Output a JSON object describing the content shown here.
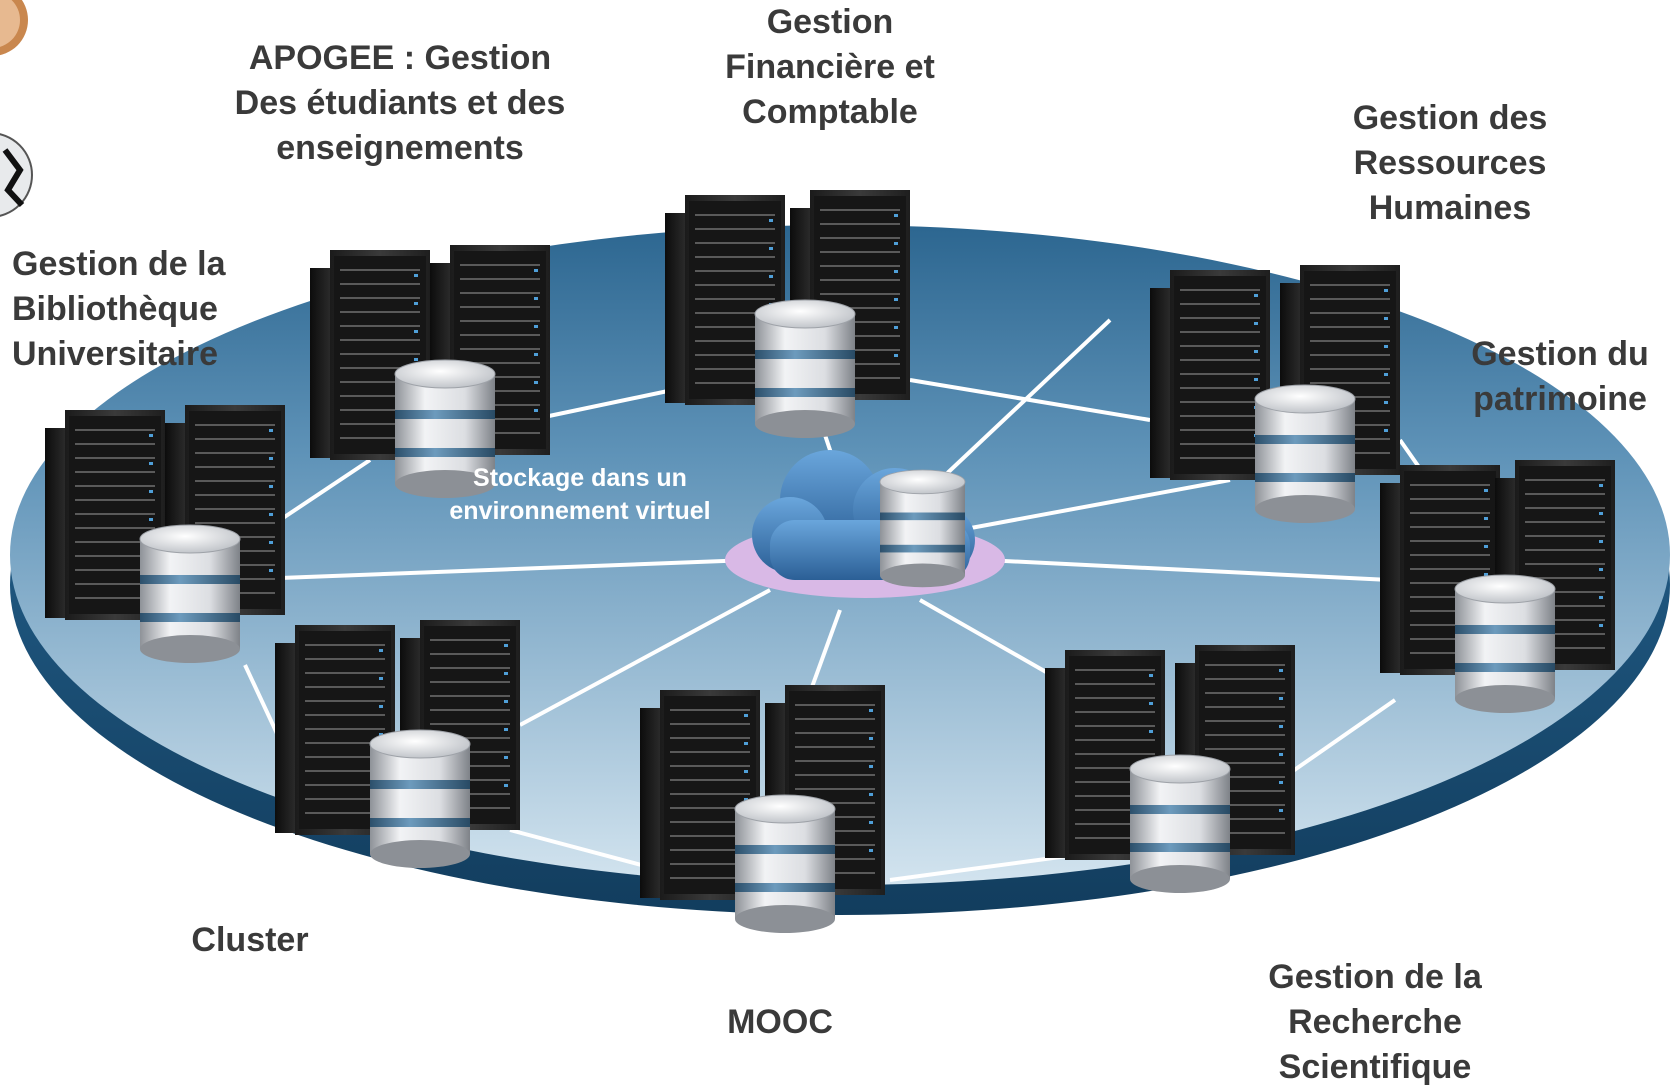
{
  "center": {
    "line1": "Stockage dans un",
    "line2": "environnement virtuel"
  },
  "labels": {
    "apogee": {
      "line1": "APOGEE : Gestion",
      "line2": "Des étudiants et des",
      "line3": "enseignements"
    },
    "finance": {
      "line1": "Gestion",
      "line2": "Financière et",
      "line3": "Comptable"
    },
    "rh": {
      "line1": "Gestion des",
      "line2": "Ressources",
      "line3": "Humaines"
    },
    "bibliotheque": {
      "line1": "Gestion de la",
      "line2": "Bibliothèque",
      "line3": "Universitaire"
    },
    "patrimoine": {
      "line1": "Gestion du",
      "line2": "patrimoine"
    },
    "cluster": {
      "line1": "Cluster"
    },
    "mooc": {
      "line1": "MOOC"
    },
    "recherche": {
      "line1": "Gestion de la",
      "line2": "Recherche",
      "line3": "Scientifique"
    }
  },
  "colors": {
    "disk_top": "#c9dcea",
    "disk_edge": "#1d5a84",
    "server_body": "#2b2b2b",
    "db_silver": "#d8dade",
    "db_band": "#4a7aa0",
    "cloud": "#3f7fbd",
    "cloud_base": "#d9b9e6",
    "connector": "#ffffff"
  }
}
